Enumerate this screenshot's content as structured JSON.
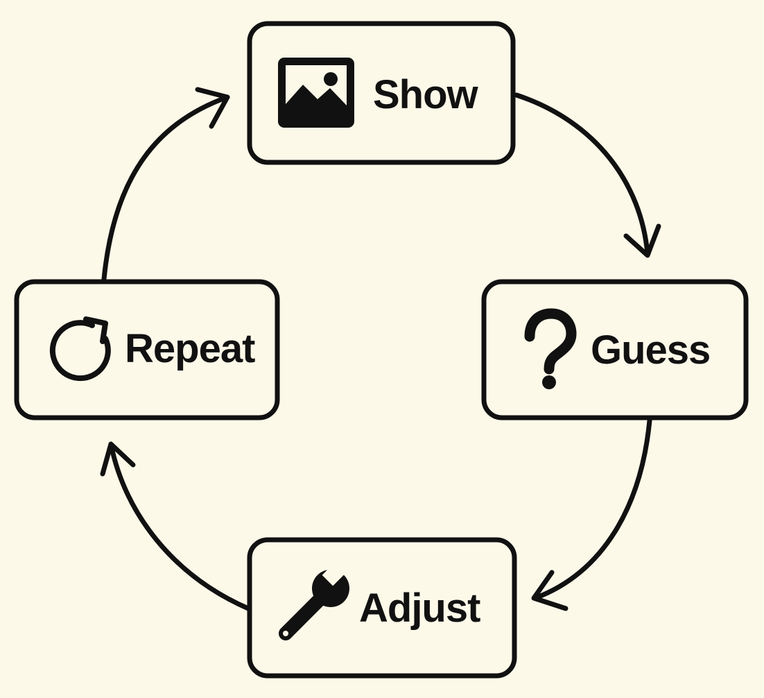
{
  "background": "#fdf9e9",
  "stroke_color": "#111111",
  "nodes": [
    {
      "id": "show",
      "label": "Show",
      "icon": "image-icon"
    },
    {
      "id": "guess",
      "label": "Guess",
      "icon": "question-mark-icon"
    },
    {
      "id": "adjust",
      "label": "Adjust",
      "icon": "wrench-icon"
    },
    {
      "id": "repeat",
      "label": "Repeat",
      "icon": "refresh-icon"
    }
  ],
  "edges": [
    {
      "from": "show",
      "to": "guess"
    },
    {
      "from": "guess",
      "to": "adjust"
    },
    {
      "from": "adjust",
      "to": "repeat"
    },
    {
      "from": "repeat",
      "to": "show"
    }
  ]
}
